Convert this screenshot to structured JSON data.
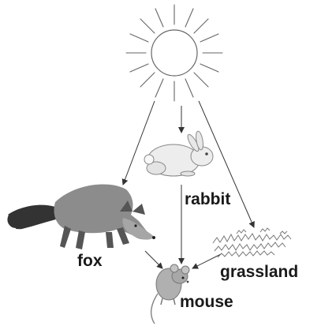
{
  "labels": {
    "fox": "fox",
    "rabbit": "rabbit",
    "grassland": "grassland",
    "mouse": "mouse"
  },
  "nodes": [
    "sun",
    "rabbit",
    "fox",
    "grassland",
    "mouse"
  ],
  "edges": [
    {
      "from": "sun",
      "to": "fox"
    },
    {
      "from": "sun",
      "to": "rabbit"
    },
    {
      "from": "sun",
      "to": "grassland"
    },
    {
      "from": "rabbit",
      "to": "mouse"
    },
    {
      "from": "fox",
      "to": "mouse"
    },
    {
      "from": "grassland",
      "to": "mouse"
    }
  ],
  "colors": {
    "line": "#333333",
    "fox_body": "#8c8c8c",
    "fox_tail": "#333333",
    "rabbit_body": "#ededed",
    "mouse_body": "#b0b0b0",
    "grass": "#777777"
  }
}
